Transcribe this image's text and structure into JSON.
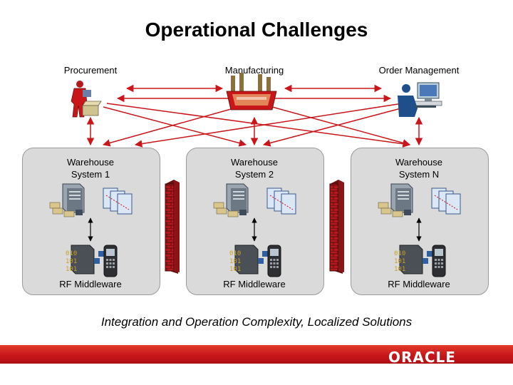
{
  "title": "Operational Challenges",
  "top_nodes": {
    "procurement": "Procurement",
    "manufacturing": "Manufacturing",
    "order_management": "Order Management"
  },
  "warehouses": [
    {
      "line1": "Warehouse",
      "line2": "System 1",
      "middleware": "RF Middleware"
    },
    {
      "line1": "Warehouse",
      "line2": "System 2",
      "middleware": "RF Middleware"
    },
    {
      "line1": "Warehouse",
      "line2": "System N",
      "middleware": "RF Middleware"
    }
  ],
  "footer": "Integration and Operation Complexity, Localized Solutions",
  "brand": "ORACLE",
  "colors": {
    "accent": "#c8161b",
    "panel": "#dadada"
  },
  "icons": [
    "person-box-icon",
    "factory-icon",
    "computer-user-icon",
    "server-icon",
    "document-stack-icon",
    "handheld-scanner-icon",
    "firewall-icon"
  ]
}
